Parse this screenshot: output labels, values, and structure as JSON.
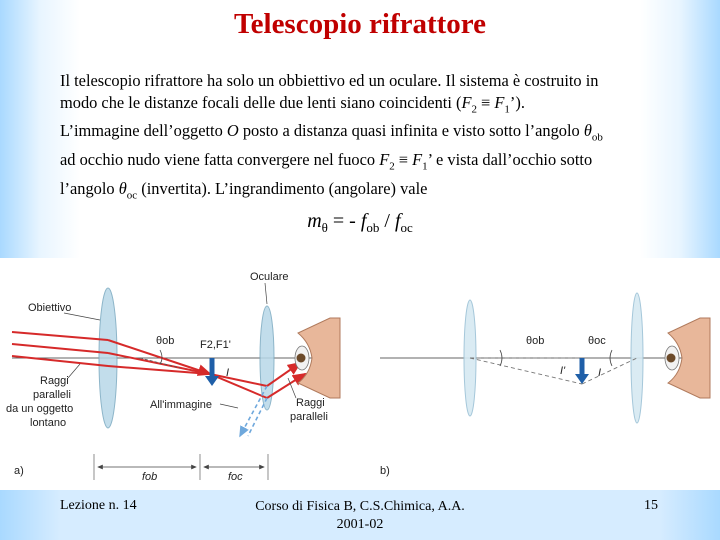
{
  "slide": {
    "title": "Telescopio rifrattore",
    "paragraph": {
      "l1": "Il telescopio rifrattore ha solo un obbiettivo ed un oculare. Il sistema è costruito in",
      "l2a": "modo che le distanze focali delle due lenti siano coincidenti (",
      "l2F2": "F",
      "l2s2": "2",
      "l2eq": " ≡ ",
      "l2F1": "F",
      "l2s1": "1",
      "l2end": "’).",
      "l3a": "L’immagine dell’oggetto ",
      "l3O": "O",
      "l3b": " posto a distanza quasi infinita e visto sotto l’angolo ",
      "l3th": "θ",
      "l3sub": "ob",
      "l4a": "ad occhio nudo viene fatta convergere nel fuoco ",
      "l4F2": "F",
      "l4s2": "2",
      "l4eq": " ≡ ",
      "l4F1": "F",
      "l4s1": "1",
      "l4b": "’ e vista dall’occhio sotto",
      "l5a": "l’angolo ",
      "l5th": "θ",
      "l5sub": "oc",
      "l5b": " (invertita). L’ingrandimento (angolare) vale"
    },
    "formula": {
      "m": "m",
      "msub": "θ",
      "eq": " = - ",
      "f1": "f",
      "f1sub": "ob",
      "slash": " / ",
      "f2": "f",
      "f2sub": "oc"
    }
  },
  "figure": {
    "label_obiettivo": "Obiettivo",
    "label_oculare": "Oculare",
    "label_theta_ob_a": "θob",
    "label_focus": "F2,F1'",
    "label_I_a": "I",
    "label_raggi_paralleli_left": [
      "Raggi",
      "paralleli",
      "da un oggetto",
      "lontano"
    ],
    "label_all_immagine": "All'immagine",
    "label_raggi_paralleli_right": [
      "Raggi",
      "paralleli"
    ],
    "label_a": "a)",
    "label_b": "b)",
    "label_fob": "fob",
    "label_foc": "foc",
    "label_theta_ob_b": "θob",
    "label_theta_oc_b": "θoc",
    "label_i_prime": "I'",
    "label_I_b": "I",
    "colors": {
      "ray_red": "#d62a2a",
      "ray_blue": "#6fa8dc",
      "lens": "#b8d8e8",
      "image_arrow": "#1f5fa8"
    }
  },
  "footer": {
    "lecture": "Lezione n. 14",
    "course_line1": "Corso di Fisica B, C.S.Chimica, A.A.",
    "course_line2": "2001-02",
    "page_number": "15"
  }
}
